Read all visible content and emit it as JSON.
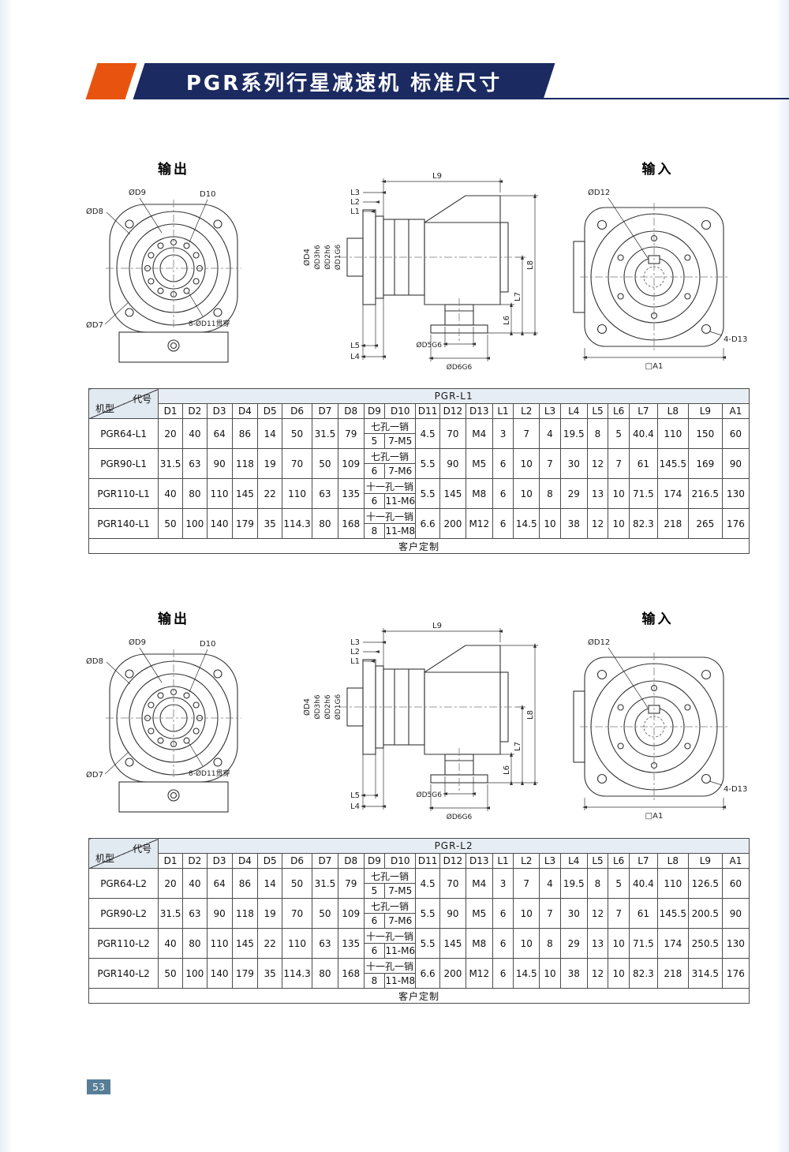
{
  "page": {
    "title": "PGR系列行星减速机 标准尺寸",
    "page_number": "53"
  },
  "drawing": {
    "output_title": "输出",
    "input_title": "输入",
    "out": {
      "d8": "ØD8",
      "d9": "ØD9",
      "d10": "D10",
      "d7": "ØD7",
      "d11": "8-ØD11贯穿"
    },
    "side": {
      "l1": "L1",
      "l2": "L2",
      "l3": "L3",
      "l4": "L4",
      "l5": "L5",
      "l6": "L6",
      "l7": "L7",
      "l8": "L8",
      "l9": "L9",
      "d1": "ØD1G6",
      "d2": "ØD2h6",
      "d3": "ØD3h6",
      "d4": "ØD4",
      "d5": "ØD5G6",
      "d6": "ØD6G6"
    },
    "in": {
      "d12": "ØD12",
      "d13": "4-D13",
      "a1": "□A1"
    }
  },
  "tables": [
    {
      "corner_code": "代号",
      "corner_model": "机型",
      "title": "PGR-L1",
      "columns": [
        "D1",
        "D2",
        "D3",
        "D4",
        "D5",
        "D6",
        "D7",
        "D8",
        "D9",
        "D10",
        "D11",
        "D12",
        "D13",
        "L1",
        "L2",
        "L3",
        "L4",
        "L5",
        "L6",
        "L7",
        "L8",
        "L9",
        "A1"
      ],
      "rows": [
        {
          "model": "PGR64-L1",
          "left": [
            "20",
            "40",
            "64",
            "86",
            "14",
            "50",
            "31.5",
            "79"
          ],
          "pin": "七孔一销",
          "d9": "5",
          "d10": "7-M5",
          "right": [
            "4.5",
            "70",
            "M4",
            "3",
            "7",
            "4",
            "19.5",
            "8",
            "5",
            "40.4",
            "110",
            "150",
            "60"
          ]
        },
        {
          "model": "PGR90-L1",
          "left": [
            "31.5",
            "63",
            "90",
            "118",
            "19",
            "70",
            "50",
            "109"
          ],
          "pin": "七孔一销",
          "d9": "6",
          "d10": "7-M6",
          "right": [
            "5.5",
            "90",
            "M5",
            "6",
            "10",
            "7",
            "30",
            "12",
            "7",
            "61",
            "145.5",
            "169",
            "90"
          ]
        },
        {
          "model": "PGR110-L1",
          "left": [
            "40",
            "80",
            "110",
            "145",
            "22",
            "110",
            "63",
            "135"
          ],
          "pin": "十一孔一销",
          "d9": "6",
          "d10": "11-M6",
          "right": [
            "5.5",
            "145",
            "M8",
            "6",
            "10",
            "8",
            "29",
            "13",
            "10",
            "71.5",
            "174",
            "216.5",
            "130"
          ]
        },
        {
          "model": "PGR140-L1",
          "left": [
            "50",
            "100",
            "140",
            "179",
            "35",
            "114.3",
            "80",
            "168"
          ],
          "pin": "十一孔一销",
          "d9": "8",
          "d10": "11-M8",
          "right": [
            "6.6",
            "200",
            "M12",
            "6",
            "14.5",
            "10",
            "38",
            "12",
            "10",
            "82.3",
            "218",
            "265",
            "176"
          ]
        }
      ],
      "footer": "客户定制"
    },
    {
      "corner_code": "代号",
      "corner_model": "机型",
      "title": "PGR-L2",
      "columns": [
        "D1",
        "D2",
        "D3",
        "D4",
        "D5",
        "D6",
        "D7",
        "D8",
        "D9",
        "D10",
        "D11",
        "D12",
        "D13",
        "L1",
        "L2",
        "L3",
        "L4",
        "L5",
        "L6",
        "L7",
        "L8",
        "L9",
        "A1"
      ],
      "rows": [
        {
          "model": "PGR64-L2",
          "left": [
            "20",
            "40",
            "64",
            "86",
            "14",
            "50",
            "31.5",
            "79"
          ],
          "pin": "七孔一销",
          "d9": "5",
          "d10": "7-M5",
          "right": [
            "4.5",
            "70",
            "M4",
            "3",
            "7",
            "4",
            "19.5",
            "8",
            "5",
            "40.4",
            "110",
            "126.5",
            "60"
          ]
        },
        {
          "model": "PGR90-L2",
          "left": [
            "31.5",
            "63",
            "90",
            "118",
            "19",
            "70",
            "50",
            "109"
          ],
          "pin": "七孔一销",
          "d9": "6",
          "d10": "7-M6",
          "right": [
            "5.5",
            "90",
            "M5",
            "6",
            "10",
            "7",
            "30",
            "12",
            "7",
            "61",
            "145.5",
            "200.5",
            "90"
          ]
        },
        {
          "model": "PGR110-L2",
          "left": [
            "40",
            "80",
            "110",
            "145",
            "22",
            "110",
            "63",
            "135"
          ],
          "pin": "十一孔一销",
          "d9": "6",
          "d10": "11-M6",
          "right": [
            "5.5",
            "145",
            "M8",
            "6",
            "10",
            "8",
            "29",
            "13",
            "10",
            "71.5",
            "174",
            "250.5",
            "130"
          ]
        },
        {
          "model": "PGR140-L2",
          "left": [
            "50",
            "100",
            "140",
            "179",
            "35",
            "114.3",
            "80",
            "168"
          ],
          "pin": "十一孔一销",
          "d9": "8",
          "d10": "11-M8",
          "right": [
            "6.6",
            "200",
            "M12",
            "6",
            "14.5",
            "10",
            "38",
            "12",
            "10",
            "82.3",
            "218",
            "314.5",
            "176"
          ]
        }
      ],
      "footer": "客户定制"
    }
  ]
}
